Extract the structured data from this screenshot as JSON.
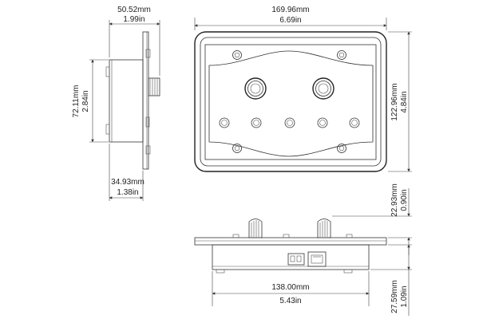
{
  "dimensions": {
    "side_depth": {
      "mm": "50.52mm",
      "in": "1.99in"
    },
    "front_width": {
      "mm": "169.96mm",
      "in": "6.69in"
    },
    "side_height": {
      "mm": "72.11mm",
      "in": "2.84in"
    },
    "front_height": {
      "mm": "122.96mm",
      "in": "4.84in"
    },
    "side_body": {
      "mm": "34.93mm",
      "in": "1.38in"
    },
    "knob_height": {
      "mm": "22.93mm",
      "in": "0.90in"
    },
    "body_width": {
      "mm": "138.00mm",
      "in": "5.43in"
    },
    "body_depth": {
      "mm": "27.59mm",
      "in": "1.09in"
    }
  },
  "colors": {
    "line": "#333333",
    "fill": "#f4f4f4",
    "panel": "#e8e8e8"
  }
}
